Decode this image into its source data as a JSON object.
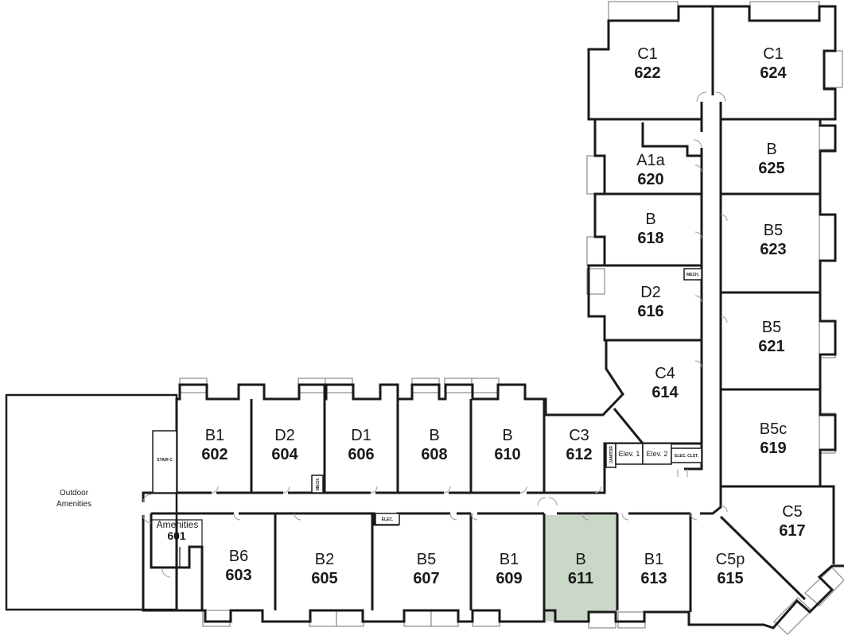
{
  "highlight_color": "#cad8c7",
  "units": [
    {
      "type": "C1",
      "number": "622",
      "highlighted": false
    },
    {
      "type": "C1",
      "number": "624",
      "highlighted": false
    },
    {
      "type": "A1a",
      "number": "620",
      "highlighted": false
    },
    {
      "type": "B",
      "number": "625",
      "highlighted": false
    },
    {
      "type": "B",
      "number": "618",
      "highlighted": false
    },
    {
      "type": "B5",
      "number": "623",
      "highlighted": false
    },
    {
      "type": "D2",
      "number": "616",
      "highlighted": false
    },
    {
      "type": "B5",
      "number": "621",
      "highlighted": false
    },
    {
      "type": "C4",
      "number": "614",
      "highlighted": false
    },
    {
      "type": "B5c",
      "number": "619",
      "highlighted": false
    },
    {
      "type": "C5",
      "number": "617",
      "highlighted": false
    },
    {
      "type": "C5p",
      "number": "615",
      "highlighted": false
    },
    {
      "type": "B1",
      "number": "602",
      "highlighted": false
    },
    {
      "type": "D2",
      "number": "604",
      "highlighted": false
    },
    {
      "type": "D1",
      "number": "606",
      "highlighted": false
    },
    {
      "type": "B",
      "number": "608",
      "highlighted": false
    },
    {
      "type": "B",
      "number": "610",
      "highlighted": false
    },
    {
      "type": "C3",
      "number": "612",
      "highlighted": false
    },
    {
      "type": "B6",
      "number": "603",
      "highlighted": false
    },
    {
      "type": "B2",
      "number": "605",
      "highlighted": false
    },
    {
      "type": "B5",
      "number": "607",
      "highlighted": false
    },
    {
      "type": "B1",
      "number": "609",
      "highlighted": false
    },
    {
      "type": "B",
      "number": "611",
      "highlighted": true
    },
    {
      "type": "B1",
      "number": "613",
      "highlighted": false
    }
  ],
  "amenities": {
    "label": "Amenities",
    "number": "601"
  },
  "outdoor": {
    "line1": "Outdoor",
    "line2": "Amenities"
  },
  "utility": {
    "stair": "STAIR C",
    "mech_top": "MECH.",
    "mech_bottom": "MECH.",
    "janitor": "JANITOR",
    "elev1": "Elev. 1",
    "elev2": "Elev. 2",
    "elec_clst": "ELEC. CLST.",
    "elec": "ELEC."
  }
}
